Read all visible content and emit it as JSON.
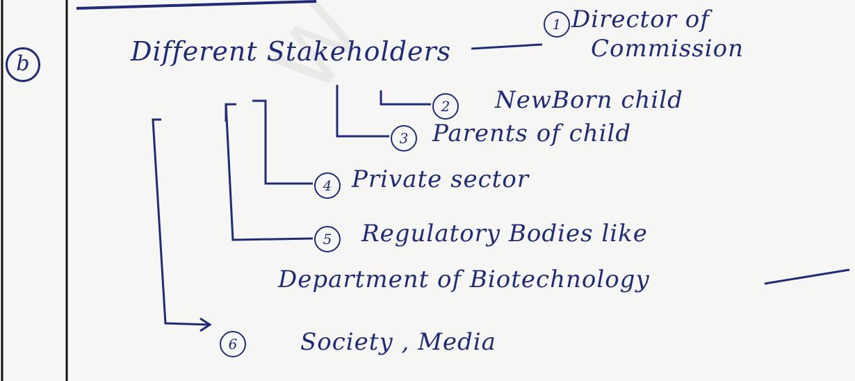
{
  "colors": {
    "ink": "#1f2a78",
    "paper": "#f6f6f4",
    "rule": "#111111"
  },
  "question_label": "b",
  "heading": "Different Stakeholders",
  "items": [
    {
      "number": "1",
      "line1": "Director of",
      "line2": "Commission"
    },
    {
      "number": "2",
      "text": "NewBorn child"
    },
    {
      "number": "3",
      "text": "Parents of child"
    },
    {
      "number": "4",
      "text": "Private sector"
    },
    {
      "number": "5",
      "text": "Regulatory Bodies like",
      "text2": "Department of Biotechnology"
    },
    {
      "number": "6",
      "text": "Society , Media"
    }
  ]
}
